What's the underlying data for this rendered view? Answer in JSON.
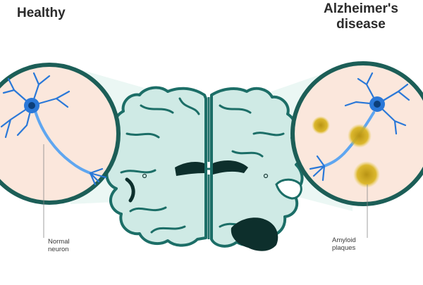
{
  "titles": {
    "healthy": "Healthy",
    "alzheimers_line1": "Alzheimer's",
    "alzheimers_line2": "disease"
  },
  "labels": {
    "normal_line1": "Normal",
    "normal_line2": "neuron",
    "amyloid_line1": "Amyloid",
    "amyloid_line2": "plaques"
  },
  "colors": {
    "brain_fill": "#cfeae5",
    "brain_stroke": "#1c6e67",
    "brain_dark": "#0d2f2c",
    "circle_bg": "#fbe7dc",
    "circle_ring": "#1c5e57",
    "neuron": "#2a78d8",
    "neuron_light": "#5fa6f0",
    "nucleus": "#0c3f7a",
    "plaque": "#d8b21a"
  }
}
